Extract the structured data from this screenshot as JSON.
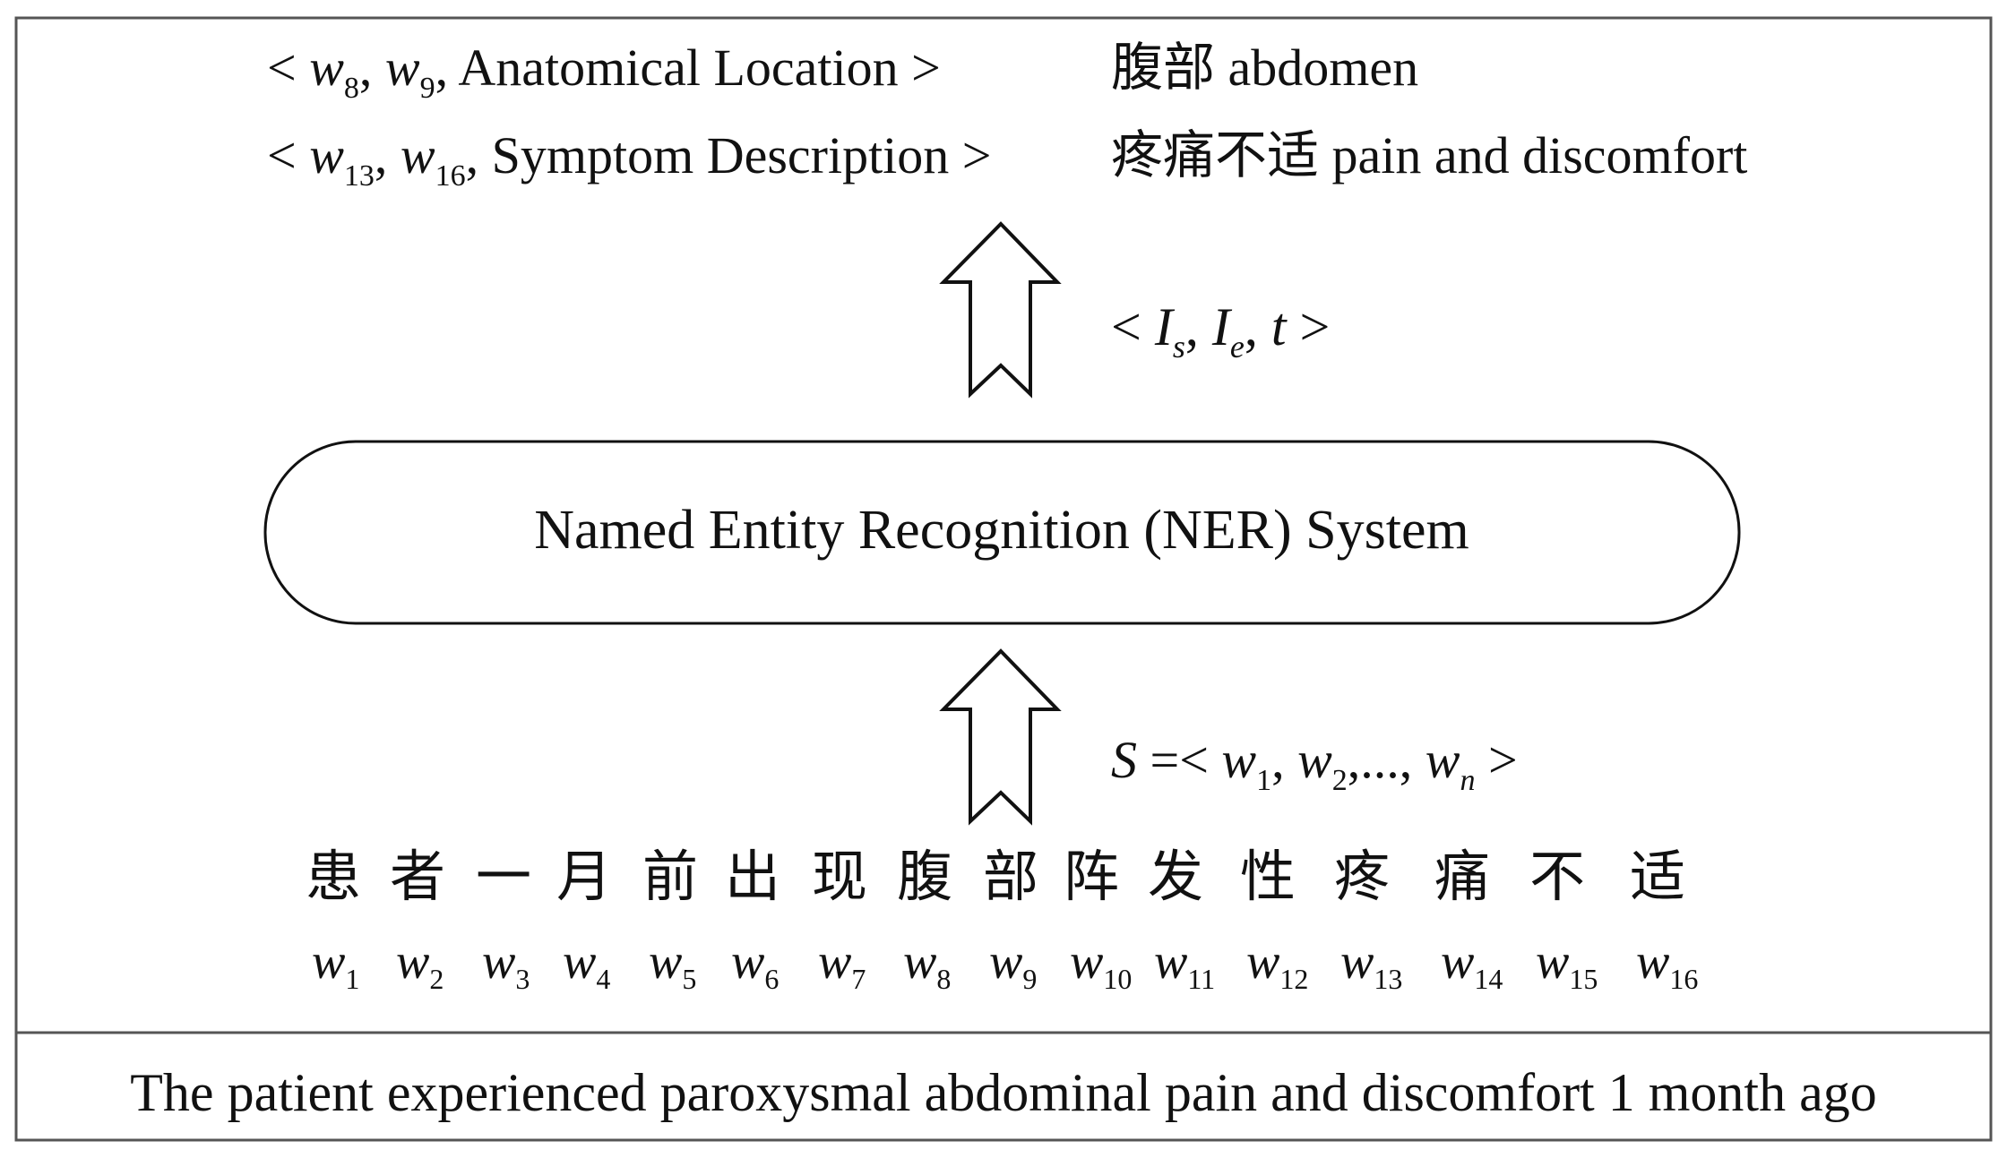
{
  "outputs": [
    {
      "start": {
        "var": "w",
        "sub": "8"
      },
      "end": {
        "var": "w",
        "sub": "9"
      },
      "type": "Anatomical Location",
      "zh": "腹部",
      "en": "abdomen"
    },
    {
      "start": {
        "var": "w",
        "sub": "13"
      },
      "end": {
        "var": "w",
        "sub": "16"
      },
      "type": "Symptom Description",
      "zh": "疼痛不适",
      "en": "pain and discomfort"
    }
  ],
  "output_notation": {
    "a": "I",
    "a_sub": "s",
    "b": "I",
    "b_sub": "e",
    "c": "t"
  },
  "system_label": "Named Entity Recognition (NER) System",
  "input_notation": {
    "lhs": "S",
    "t1": "w",
    "s1": "1",
    "t2": "w",
    "s2": "2",
    "ellipsis": "...",
    "tn": "w",
    "sn": "n"
  },
  "characters": [
    "患",
    "者",
    "一",
    "月",
    "前",
    "出",
    "现",
    "腹",
    "部",
    "阵",
    "发",
    "性",
    "疼",
    "痛",
    "不",
    "适"
  ],
  "tokens": [
    {
      "var": "w",
      "sub": "1"
    },
    {
      "var": "w",
      "sub": "2"
    },
    {
      "var": "w",
      "sub": "3"
    },
    {
      "var": "w",
      "sub": "4"
    },
    {
      "var": "w",
      "sub": "5"
    },
    {
      "var": "w",
      "sub": "6"
    },
    {
      "var": "w",
      "sub": "7"
    },
    {
      "var": "w",
      "sub": "8"
    },
    {
      "var": "w",
      "sub": "9"
    },
    {
      "var": "w",
      "sub": "10"
    },
    {
      "var": "w",
      "sub": "11"
    },
    {
      "var": "w",
      "sub": "12"
    },
    {
      "var": "w",
      "sub": "13"
    },
    {
      "var": "w",
      "sub": "14"
    },
    {
      "var": "w",
      "sub": "15"
    },
    {
      "var": "w",
      "sub": "16"
    }
  ],
  "translation": "The patient experienced paroxysmal abdominal pain and discomfort 1 month ago"
}
